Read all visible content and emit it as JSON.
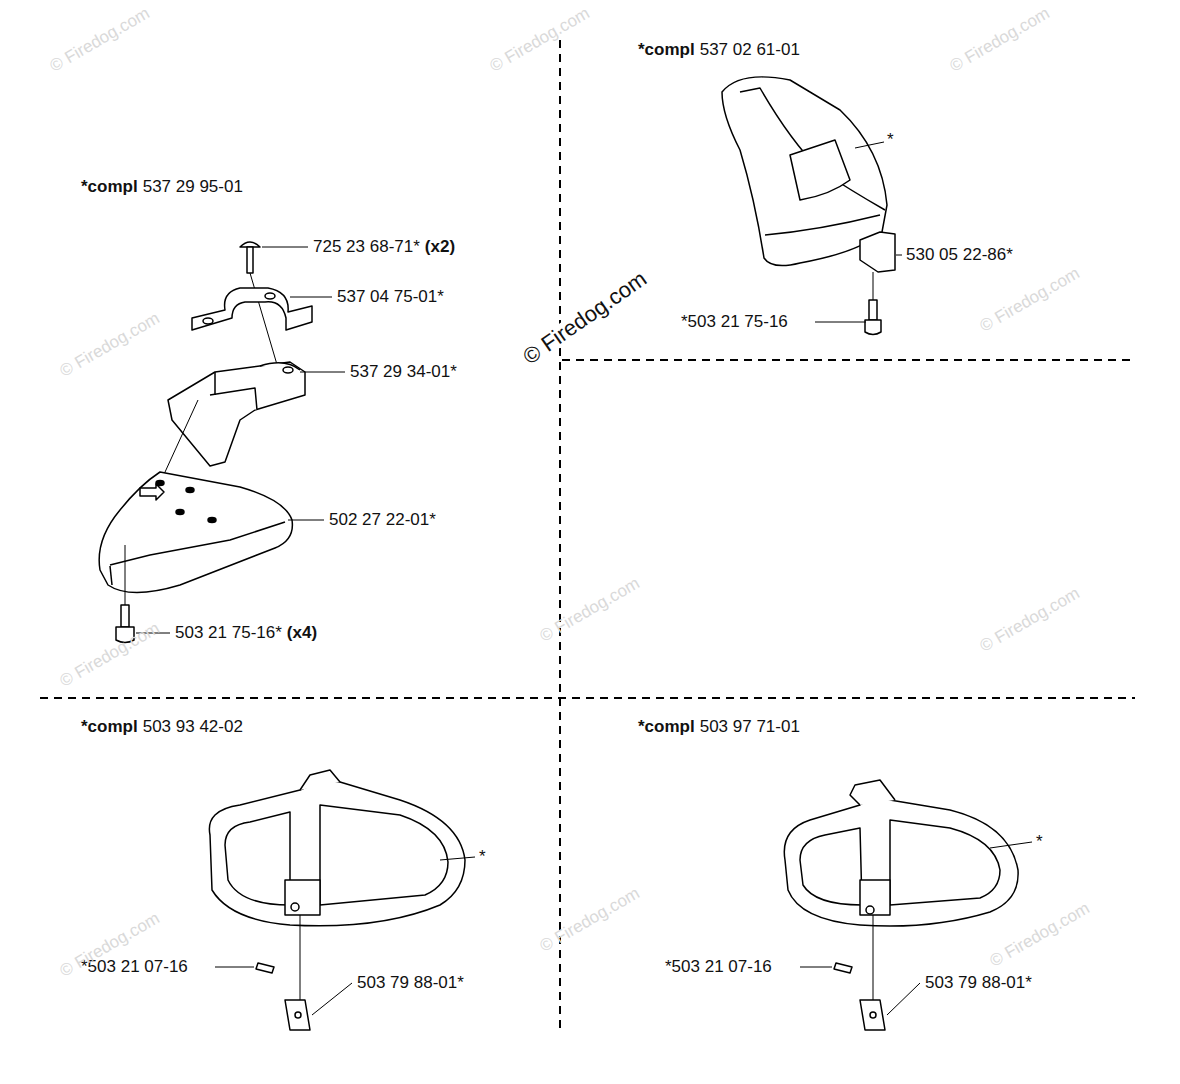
{
  "diagram": {
    "labels": [
      "*compl",
      "537 29 95-01",
      "725 23 68-71*",
      "(x2)",
      "537 04 75-01*",
      "537 29 34-01*",
      "502 27 22-01*",
      "503 21 75-16*",
      "(x4)",
      "*compl",
      "537 02 61-01",
      "*",
      "530 05 22-86*",
      "*503 21 75-16",
      "*compl",
      "503 93 42-02",
      "*",
      "*503 21 07-16",
      "503 79 88-01*",
      "*compl",
      "503 97 71-01",
      "*",
      "*503 21 07-16",
      "503 79 88-01*",
      "© Firedog.com",
      "© Firedog.com",
      "© Firedog.com",
      "© Firedog.com",
      "© Firedog.com",
      "© Firedog.com",
      "© Firedog.com",
      "© Firedog.com",
      "© Firedog.com",
      "© Firedog.com",
      "© Firedog.com",
      "© Firedog.com"
    ]
  }
}
